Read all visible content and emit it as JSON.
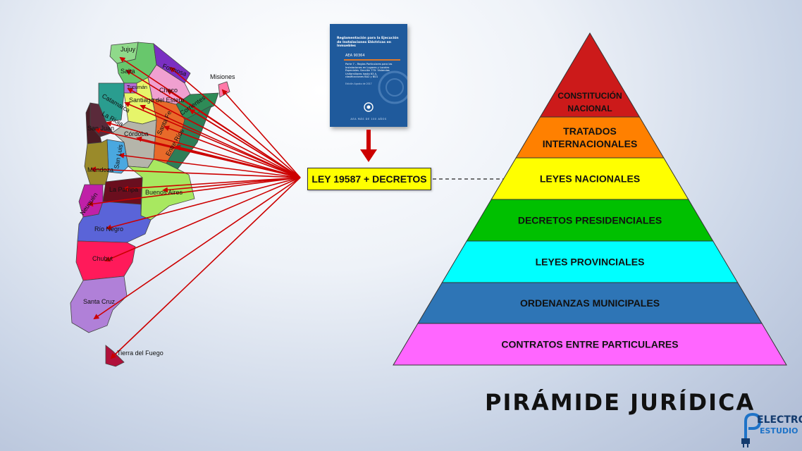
{
  "document_cover": {
    "title": "Reglamentación para la Ejecución de Instalaciones Eléctricas en Inmuebles",
    "code": "AEA 90364",
    "subtitle": "Parte 7 – Reglas Particulares para las Instalaciones en Lugares y Locales Especiales. Sección 770: Viviendas Unifamiliares hasta 63 A, clasificaciones BA2 y BD1",
    "edition": "Edición Agosto de 2017",
    "footer": "AEA MÁS DE 100 AÑOS",
    "colors": {
      "cover": "#1f5a9c",
      "accent": "#e07a2a"
    }
  },
  "central_box": {
    "label": "LEY 19587 + DECRETOS",
    "color": "#ffff00"
  },
  "map": {
    "arrow_color": "#cc0000",
    "provinces": [
      {
        "name": "Jujuy",
        "color": "#8fd98a"
      },
      {
        "name": "Salta",
        "color": "#68c76c"
      },
      {
        "name": "Formosa",
        "color": "#7a2fc2"
      },
      {
        "name": "Misiones",
        "color": "#ff7aa8"
      },
      {
        "name": "Chaco",
        "color": "#f0a0d0"
      },
      {
        "name": "Tucumán",
        "color": "#b56bd6"
      },
      {
        "name": "Catamarca",
        "color": "#2a9d8f"
      },
      {
        "name": "Santiago del Estero",
        "color": "#e6f56a"
      },
      {
        "name": "La Rioja",
        "color": "#5a2a3a"
      },
      {
        "name": "Corrientes",
        "color": "#2e8b57"
      },
      {
        "name": "Santa Fe",
        "color": "#e86a2a"
      },
      {
        "name": "San Juan",
        "color": "#4a1c24"
      },
      {
        "name": "Córdoba",
        "color": "#b5b5aa"
      },
      {
        "name": "Entre Ríos",
        "color": "#2e7d57"
      },
      {
        "name": "San Luis",
        "color": "#4aa8e0"
      },
      {
        "name": "Mendoza",
        "color": "#9a8a2a"
      },
      {
        "name": "Buenos Aires",
        "color": "#a8e860"
      },
      {
        "name": "La Pampa",
        "color": "#6a0e1e"
      },
      {
        "name": "Neuquén",
        "color": "#c020a8"
      },
      {
        "name": "Río Negro",
        "color": "#5a64d8"
      },
      {
        "name": "Chubut",
        "color": "#ff1a5a"
      },
      {
        "name": "Santa Cruz",
        "color": "#b080d8"
      },
      {
        "name": "Tierra del Fuego",
        "color": "#b0103a"
      }
    ]
  },
  "pyramid": {
    "title": "PIRÁMIDE JURÍDICA",
    "levels": [
      {
        "label_lines": [
          "CONSTITUCIÓN",
          "NACIONAL"
        ],
        "color": "#cc1a1a"
      },
      {
        "label_lines": [
          "TRATADOS",
          "INTERNACIONALES"
        ],
        "color": "#ff8000"
      },
      {
        "label_lines": [
          "LEYES NACIONALES"
        ],
        "color": "#ffff00"
      },
      {
        "label_lines": [
          "DECRETOS PRESIDENCIALES"
        ],
        "color": "#00c000"
      },
      {
        "label_lines": [
          "LEYES PROVINCIALES"
        ],
        "color": "#00ffff"
      },
      {
        "label_lines": [
          "ORDENANZAS MUNICIPALES"
        ],
        "color": "#2e75b6"
      },
      {
        "label_lines": [
          "CONTRATOS ENTRE PARTICULARES"
        ],
        "color": "#ff66ff"
      }
    ]
  },
  "logo": {
    "line1": "ELECTRO",
    "line2": "ESTUDIO",
    "colors": {
      "dark": "#143b6e",
      "light": "#1e73c8"
    }
  }
}
